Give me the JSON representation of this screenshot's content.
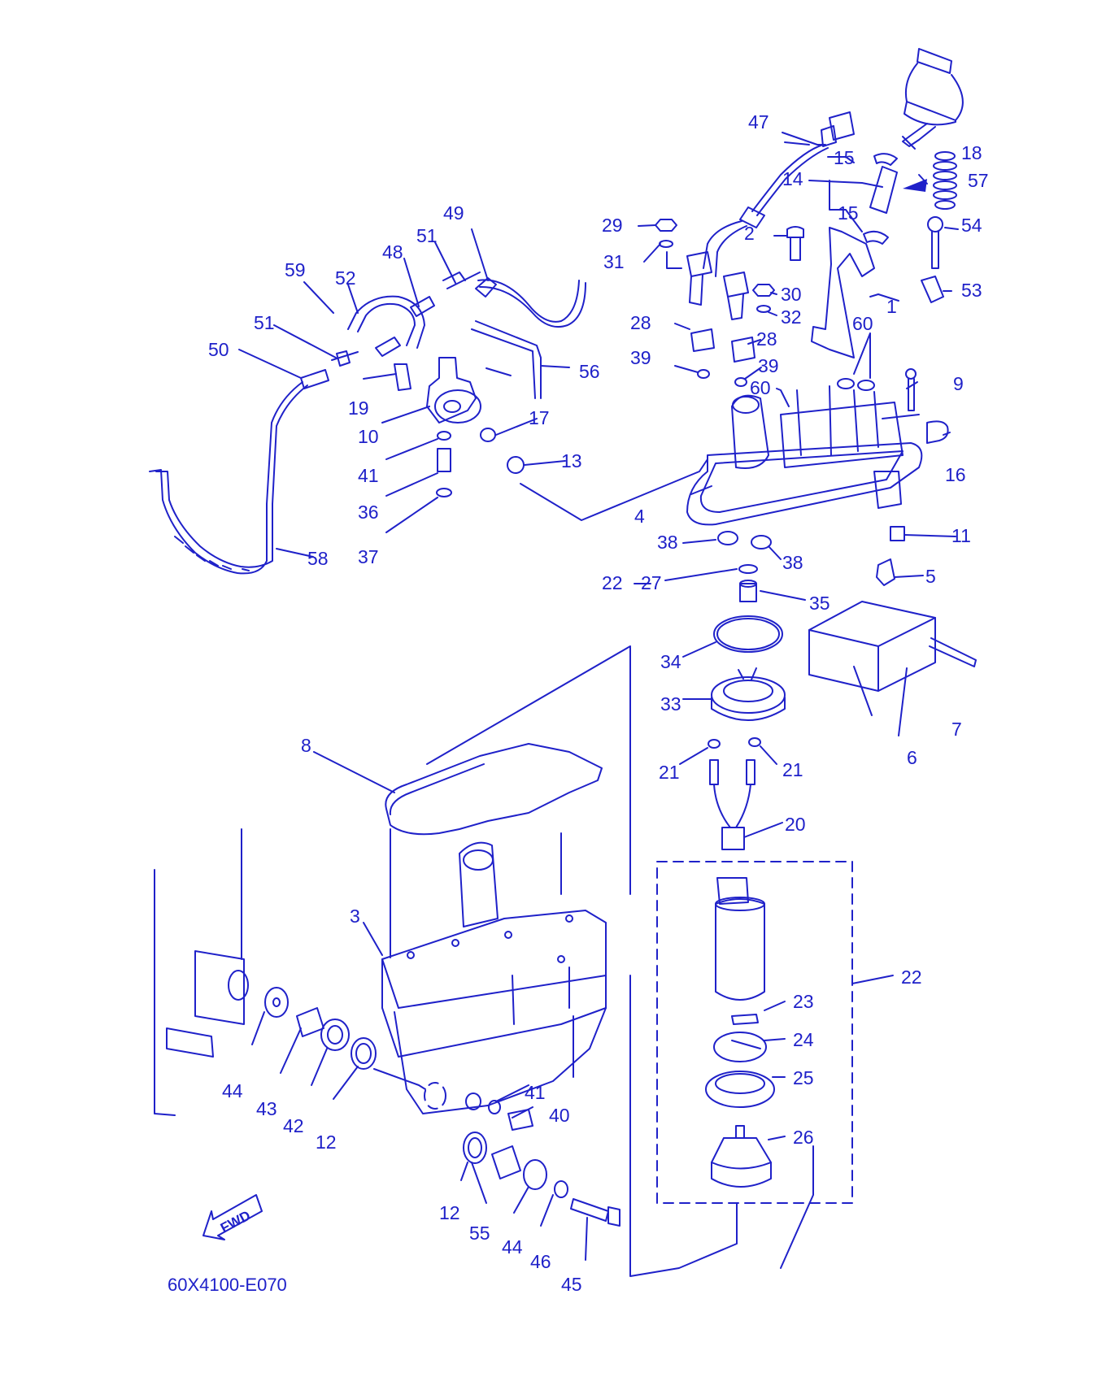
{
  "diagram": {
    "drawing_code": "60X4100-E070",
    "fwd_label": "FWD",
    "ink_color": "#1f21c9",
    "callouts": [
      "1",
      "2",
      "3",
      "4",
      "5",
      "6",
      "7",
      "8",
      "9",
      "10",
      "11",
      "12",
      "12",
      "13",
      "14",
      "15",
      "15",
      "16",
      "17",
      "18",
      "19",
      "20",
      "21",
      "21",
      "22",
      "22",
      "23",
      "24",
      "25",
      "26",
      "27",
      "28",
      "28",
      "29",
      "30",
      "31",
      "32",
      "33",
      "34",
      "35",
      "36",
      "37",
      "38",
      "38",
      "39",
      "39",
      "40",
      "41",
      "41",
      "42",
      "43",
      "44",
      "44",
      "45",
      "46",
      "47",
      "48",
      "49",
      "50",
      "51",
      "51",
      "52",
      "53",
      "54",
      "55",
      "56",
      "57",
      "58",
      "59",
      "60",
      "60"
    ]
  }
}
